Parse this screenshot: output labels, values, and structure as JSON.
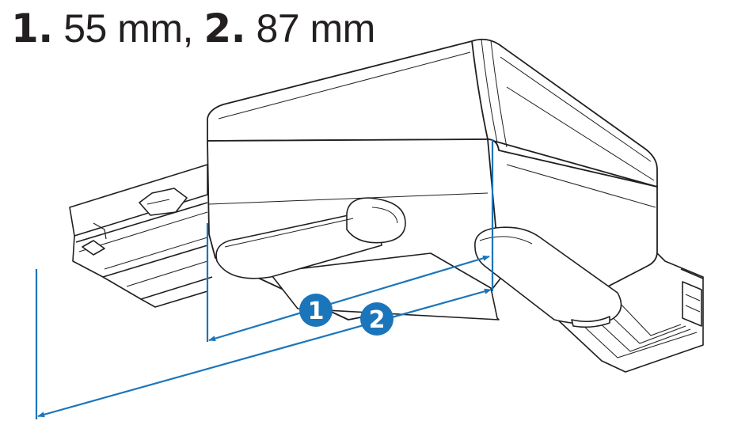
{
  "heading": {
    "item1_number": "1.",
    "item1_value": "55 mm,",
    "item2_number": "2.",
    "item2_value": "87 mm"
  },
  "badges": {
    "badge1": "1",
    "badge2": "2"
  },
  "colors": {
    "dimension_line": "#1b75bb",
    "badge_fill": "#1b75bb",
    "outline": "#231f20",
    "text": "#231f20"
  },
  "icons": {
    "product": "track-corner-connector-drawing"
  }
}
